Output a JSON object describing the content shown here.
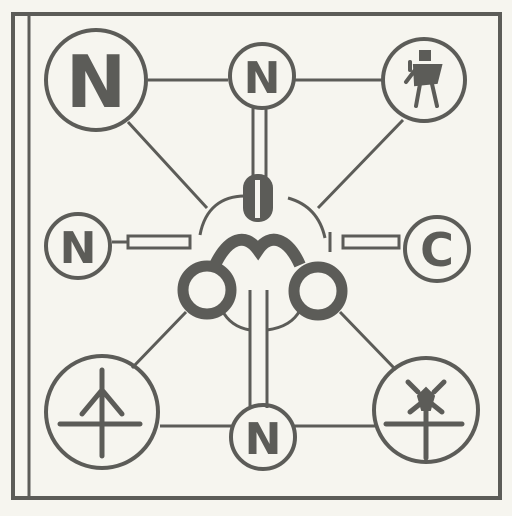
{
  "theme": {
    "ink": "#5c5c58",
    "paper": "#f6f5ef"
  },
  "nodes": {
    "top_left": {
      "label": "N"
    },
    "top_center": {
      "label": "N"
    },
    "top_right": {
      "icon": "figure-icon"
    },
    "mid_left": {
      "label": "N"
    },
    "mid_right": {
      "label": "C"
    },
    "bottom_left": {
      "icon": "cross-pin-icon"
    },
    "bottom_center": {
      "label": "N"
    },
    "bottom_right": {
      "icon": "insect-cross-icon"
    }
  },
  "hub": {
    "icon": "ring-cluster-icon"
  }
}
